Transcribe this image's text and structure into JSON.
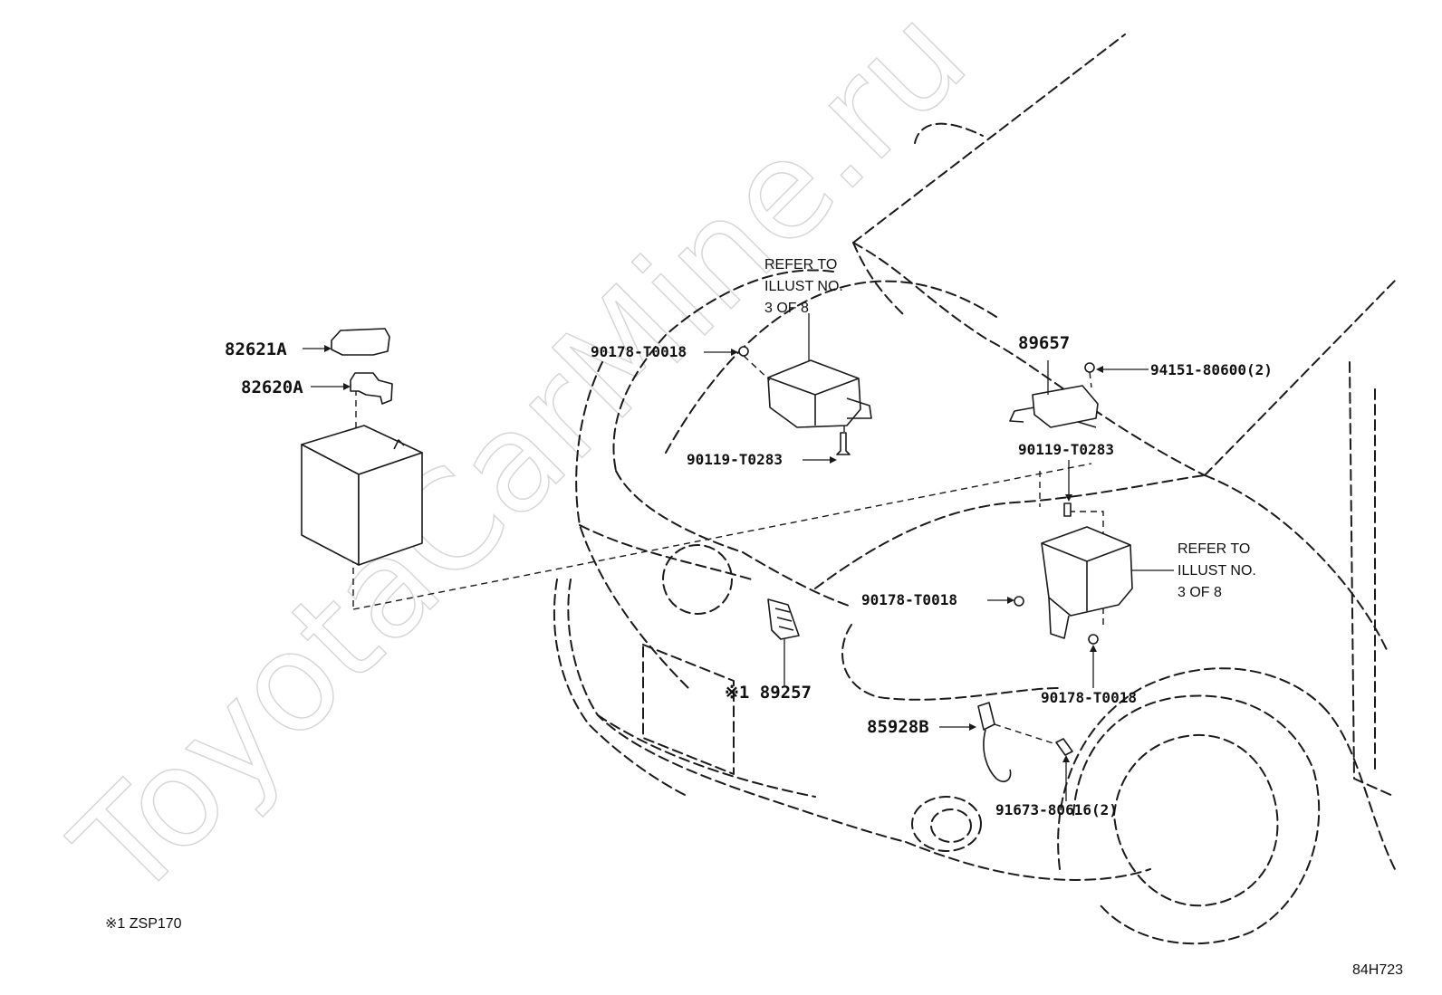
{
  "watermark": "ToyotaCarMine.ru",
  "refer_notes": {
    "upper_line1": "REFER TO",
    "upper_line2": "ILLUST NO.",
    "upper_line3": "3 OF 8",
    "lower_line1": "REFER TO",
    "lower_line2": "ILLUST NO.",
    "lower_line3": "3 OF 8"
  },
  "parts": {
    "p82621a": "82621A",
    "p82620a": "82620A",
    "p90178_upper": "90178-T0018",
    "p90119_left": "90119-T0283",
    "p89657": "89657",
    "p94151": "94151-80600(2)",
    "p90119_right": "90119-T0283",
    "p90178_mid": "90178-T0018",
    "p90178_lower": "90178-T0018",
    "p89257": "※1 89257",
    "p85928b": "85928B",
    "p91673": "91673-80616(2)"
  },
  "footnote": "※1 ZSP170",
  "illustration_code": "84H723"
}
